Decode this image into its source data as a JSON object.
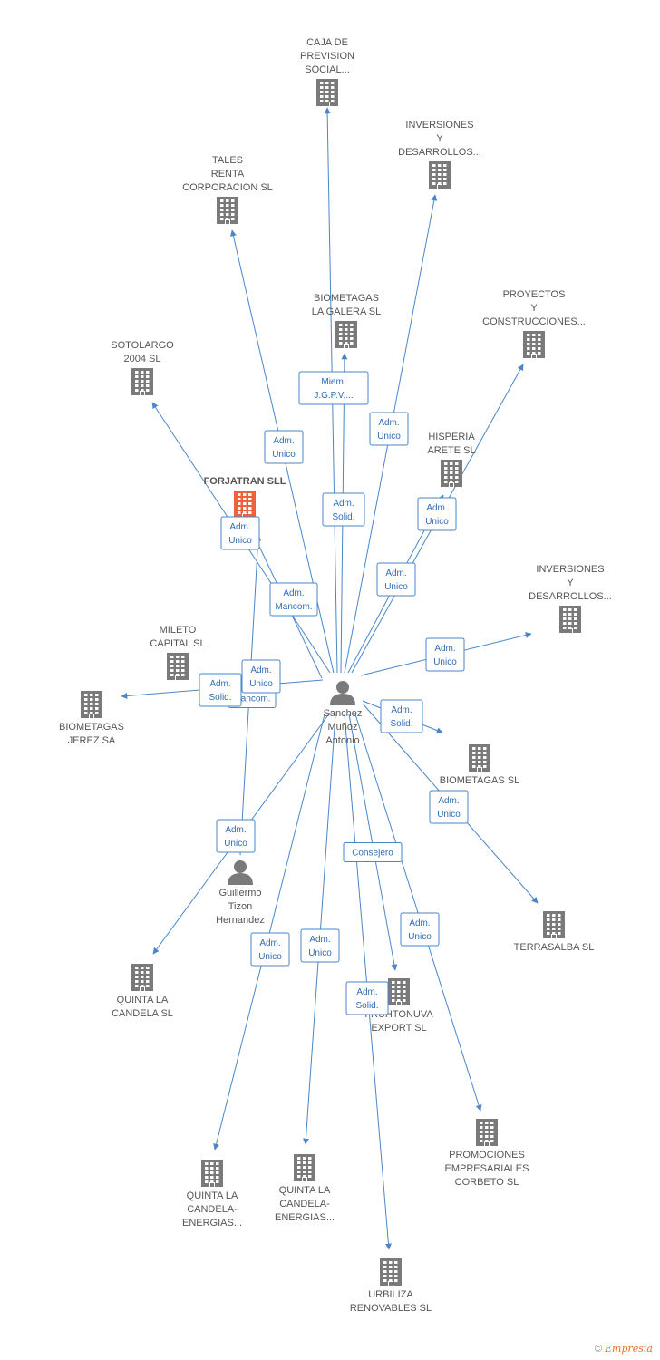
{
  "colors": {
    "edge": "#4a86c8",
    "company": "#7a7a7a",
    "company_main": "#f0603a",
    "person": "#7a7a7a",
    "edge_text": "#2e6db4"
  },
  "nodes": [
    {
      "id": "caja",
      "type": "company",
      "lines": [
        "CAJA DE",
        "PREVISION",
        "SOCIAL..."
      ]
    },
    {
      "id": "inv1",
      "type": "company",
      "lines": [
        "INVERSIONES",
        "Y",
        "DESARROLLOS..."
      ]
    },
    {
      "id": "tales",
      "type": "company",
      "lines": [
        "TALES",
        "RENTA",
        "CORPORACION SL"
      ]
    },
    {
      "id": "galera",
      "type": "company",
      "lines": [
        "BIOMETAGAS",
        "LA GALERA SL"
      ]
    },
    {
      "id": "proyectos",
      "type": "company",
      "lines": [
        "PROYECTOS",
        "Y",
        "CONSTRUCCIONES..."
      ]
    },
    {
      "id": "sotolargo",
      "type": "company",
      "lines": [
        "SOTOLARGO",
        "2004 SL"
      ]
    },
    {
      "id": "hisperia",
      "type": "company",
      "lines": [
        "HISPERIA",
        "ARETE SL"
      ]
    },
    {
      "id": "forjatran",
      "type": "company_main",
      "lines": [
        "FORJATRAN SLL"
      ]
    },
    {
      "id": "inv2",
      "type": "company",
      "lines": [
        "INVERSIONES",
        "Y",
        "DESARROLLOS..."
      ]
    },
    {
      "id": "mileto",
      "type": "company",
      "lines": [
        "MILETO",
        "CAPITAL SL"
      ]
    },
    {
      "id": "jerez",
      "type": "company",
      "lines": [
        "BIOMETAGAS",
        "JEREZ SA"
      ]
    },
    {
      "id": "sanchez",
      "type": "person",
      "lines": [
        "Sanchez",
        "Muñoz",
        "Antonio"
      ]
    },
    {
      "id": "biosl",
      "type": "company",
      "lines": [
        "BIOMETAGAS SL"
      ]
    },
    {
      "id": "guillermo",
      "type": "person",
      "lines": [
        "Guillermo",
        "Tizon",
        "Hernandez"
      ]
    },
    {
      "id": "terrasalba",
      "type": "company",
      "lines": [
        "TERRASALBA SL"
      ]
    },
    {
      "id": "quinta1",
      "type": "company",
      "lines": [
        "QUINTA LA",
        "CANDELA SL"
      ]
    },
    {
      "id": "fruhtonuva",
      "type": "company",
      "lines": [
        "FRUHTONUVA",
        "EXPORT SL"
      ]
    },
    {
      "id": "promociones",
      "type": "company",
      "lines": [
        "PROMOCIONES",
        "EMPRESARIALES",
        "CORBETO SL"
      ]
    },
    {
      "id": "quinta2",
      "type": "company",
      "lines": [
        "QUINTA LA",
        "CANDELA-",
        "ENERGIAS..."
      ]
    },
    {
      "id": "quinta3",
      "type": "company",
      "lines": [
        "QUINTA LA",
        "CANDELA-",
        "ENERGIAS..."
      ]
    },
    {
      "id": "urbiliza",
      "type": "company",
      "lines": [
        "URBILIZA",
        "RENOVABLES SL"
      ]
    }
  ],
  "edges": [
    {
      "from": "sanchez",
      "to": "caja",
      "label": [
        "Miem.",
        "J.G.P.V,..."
      ]
    },
    {
      "from": "sanchez",
      "to": "inv1",
      "label": [
        "Adm.",
        "Unico"
      ]
    },
    {
      "from": "sanchez",
      "to": "tales",
      "label": [
        "Adm.",
        "Unico"
      ]
    },
    {
      "from": "sanchez",
      "to": "galera",
      "label": [
        "Adm.",
        "Solid."
      ]
    },
    {
      "from": "sanchez",
      "to": "proyectos",
      "label": [
        "Adm.",
        "Unico"
      ]
    },
    {
      "from": "sanchez",
      "to": "hisperia",
      "label": [
        "Adm.",
        "Unico"
      ]
    },
    {
      "from": "sanchez",
      "to": "sotolargo",
      "label": [
        "Adm.",
        "Mancom."
      ]
    },
    {
      "from": "guillermo",
      "to": "forjatran",
      "label": [
        "Adm.",
        "Unico"
      ]
    },
    {
      "from": "sanchez",
      "to": "inv2",
      "label": [
        "Adm.",
        "Unico"
      ]
    },
    {
      "from": "sanchez",
      "to": "mileto",
      "label": [
        "Adm.",
        "Unico"
      ]
    },
    {
      "from": "sanchez",
      "to": "jerez",
      "label": [
        "Adm.",
        "Solid."
      ],
      "extra": "Mancom."
    },
    {
      "from": "sanchez",
      "to": "biosl",
      "label": [
        "Adm.",
        "Solid."
      ]
    },
    {
      "from": "sanchez",
      "to": "terrasalba",
      "label": [
        "Adm.",
        "Unico"
      ]
    },
    {
      "from": "sanchez",
      "to": "quinta1",
      "label": [
        "Adm.",
        "Unico"
      ]
    },
    {
      "from": "sanchez",
      "to": "fruhtonuva",
      "label": [
        "Consejero"
      ]
    },
    {
      "from": "sanchez",
      "to": "promociones",
      "label": [
        "Adm.",
        "Unico"
      ]
    },
    {
      "from": "sanchez",
      "to": "quinta2",
      "label": [
        "Adm.",
        "Unico"
      ]
    },
    {
      "from": "sanchez",
      "to": "quinta3",
      "label": [
        "Adm.",
        "Unico"
      ]
    },
    {
      "from": "sanchez",
      "to": "urbiliza",
      "label": [
        "Adm.",
        "Solid."
      ]
    }
  ],
  "footer": {
    "copyright": "©",
    "brand": "Empresia"
  }
}
